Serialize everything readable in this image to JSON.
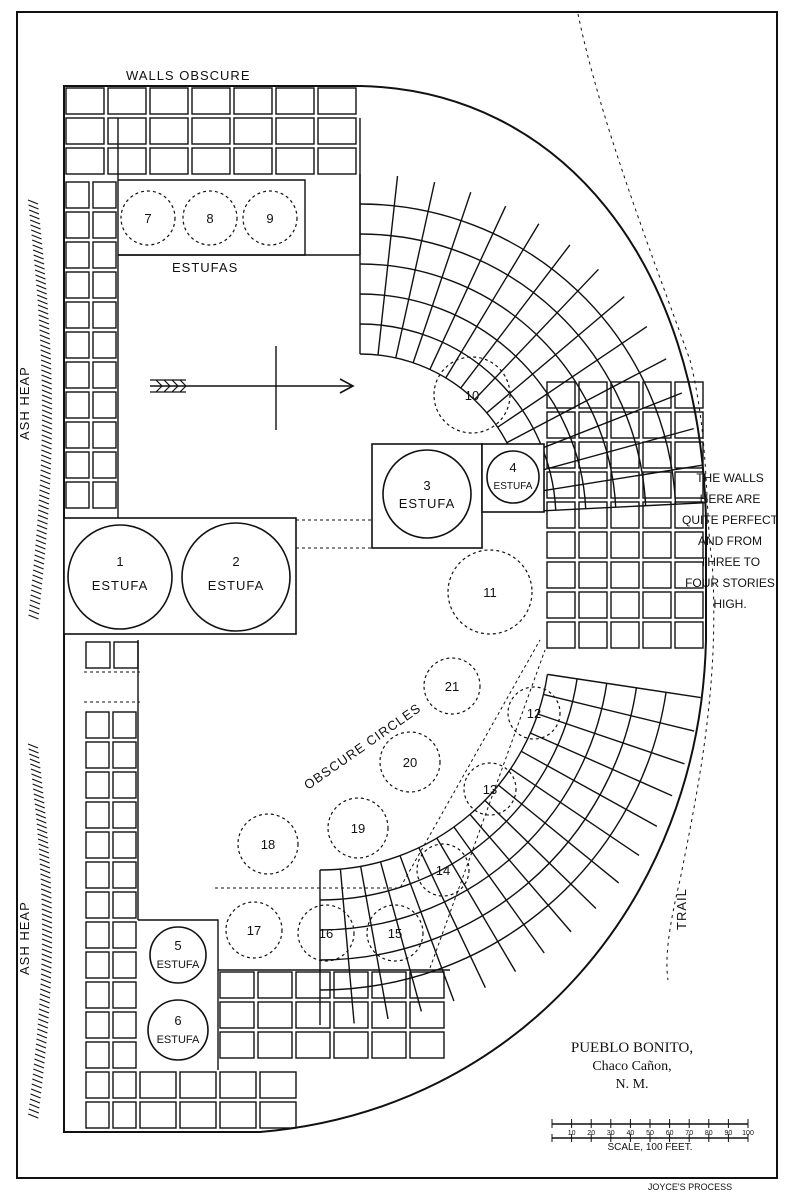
{
  "labels": {
    "walls_obscure": "WALLS OBSCURE",
    "estufas": "ESTUFAS",
    "obscure_circles": "OBSCURE CIRCLES",
    "ash_heap_top": "ASH HEAP",
    "ash_heap_bottom": "ASH HEAP",
    "trail": "TRAIL",
    "estufa_word": "ESTUFA",
    "note_lines": [
      "THE WALLS",
      "HERE ARE",
      "QUITE PERFECT",
      "AND FROM",
      "THREE TO",
      "FOUR STORIES",
      "HIGH."
    ]
  },
  "estufas": [
    {
      "num": "1",
      "label": "ESTUFA"
    },
    {
      "num": "2",
      "label": "ESTUFA"
    },
    {
      "num": "3",
      "label": "ESTUFA"
    },
    {
      "num": "4",
      "label": "ESTUFA"
    },
    {
      "num": "5",
      "label": "ESTUFA"
    },
    {
      "num": "6",
      "label": "ESTUFA"
    }
  ],
  "circles": [
    "7",
    "8",
    "9",
    "10",
    "11",
    "12",
    "13",
    "14",
    "15",
    "16",
    "17",
    "18",
    "19",
    "20",
    "21"
  ],
  "title_block": {
    "line1": "PUEBLO BONITO,",
    "line2": "Chaco Cañon,",
    "line3": "N. M."
  },
  "scale": {
    "ticks": [
      "10",
      "20",
      "30",
      "40",
      "50",
      "60",
      "70",
      "80",
      "90",
      "100"
    ],
    "caption": "SCALE, 100 FEET."
  },
  "credit": "JOYCE'S PROCESS"
}
